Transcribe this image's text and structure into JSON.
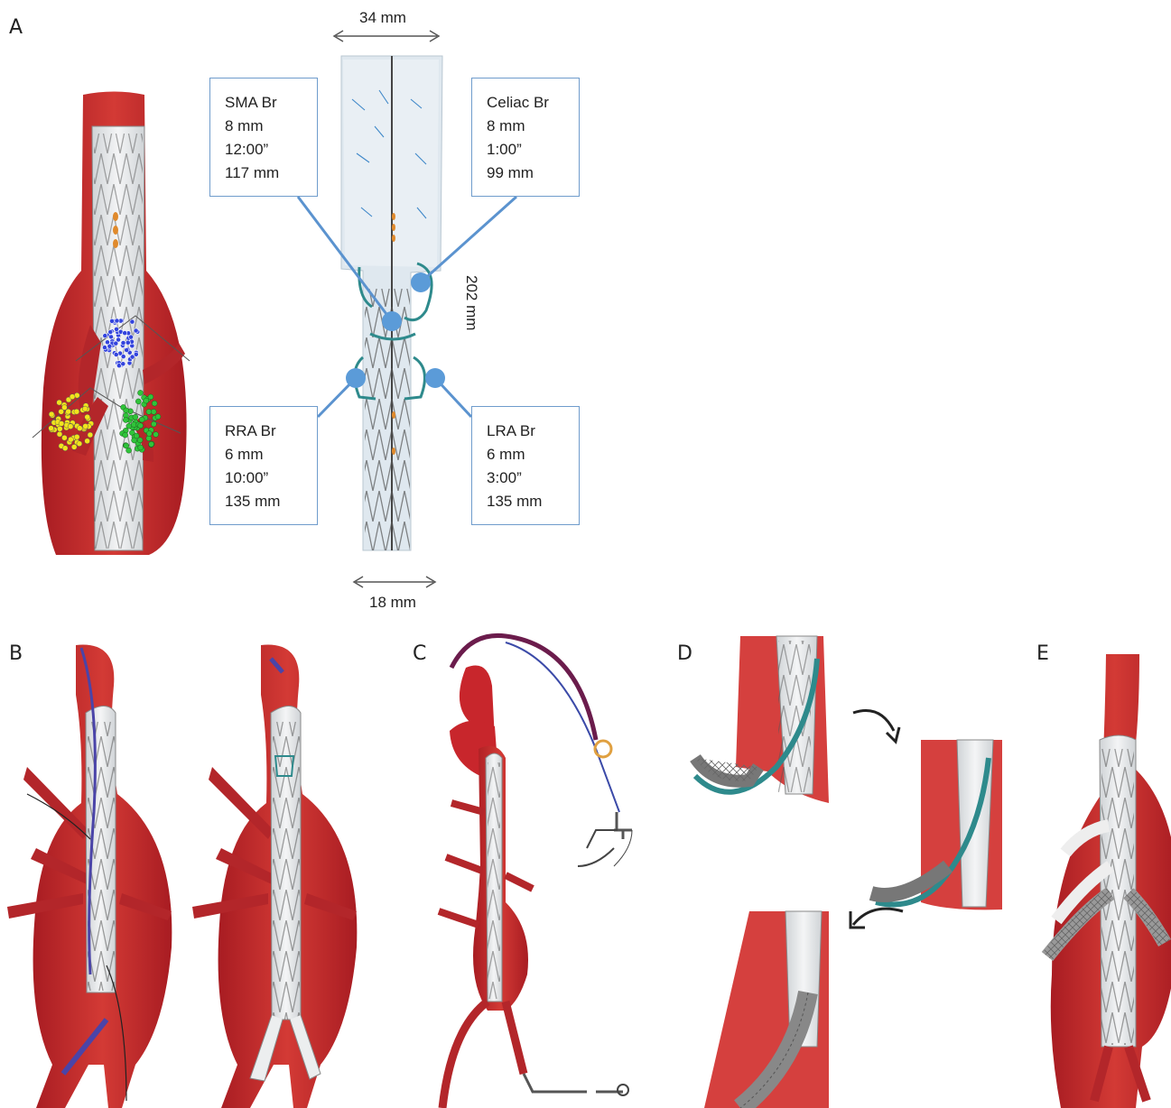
{
  "panels": {
    "a": "A",
    "b": "B",
    "c": "C",
    "d": "D",
    "e": "E"
  },
  "dimensions": {
    "top_width": "34 mm",
    "bottom_width": "18 mm",
    "length": "202 mm"
  },
  "branches": [
    {
      "name": "SMA Br",
      "diameter": "8 mm",
      "clock": "12:00”",
      "distance": "117 mm"
    },
    {
      "name": "Celiac Br",
      "diameter": "8 mm",
      "clock": "1:00”",
      "distance": "99 mm"
    },
    {
      "name": "RRA Br",
      "diameter": "6 mm",
      "clock": "10:00”",
      "distance": "135 mm"
    },
    {
      "name": "LRA Br",
      "diameter": "6 mm",
      "clock": "3:00”",
      "distance": "135 mm"
    }
  ],
  "colors": {
    "aorta": "#c8262c",
    "aorta_light": "#d94a45",
    "graft": "#e4e6e8",
    "stent_wire": "#555555",
    "branch_teal": "#2e8a8c",
    "callout_line": "#6f9ccc",
    "scatter_blue": "#3344dd",
    "scatter_yellow": "#f2e41c",
    "scatter_green": "#2fc43a",
    "wire_blue": "#4a44a8",
    "marker_orange": "#e08a2c"
  }
}
